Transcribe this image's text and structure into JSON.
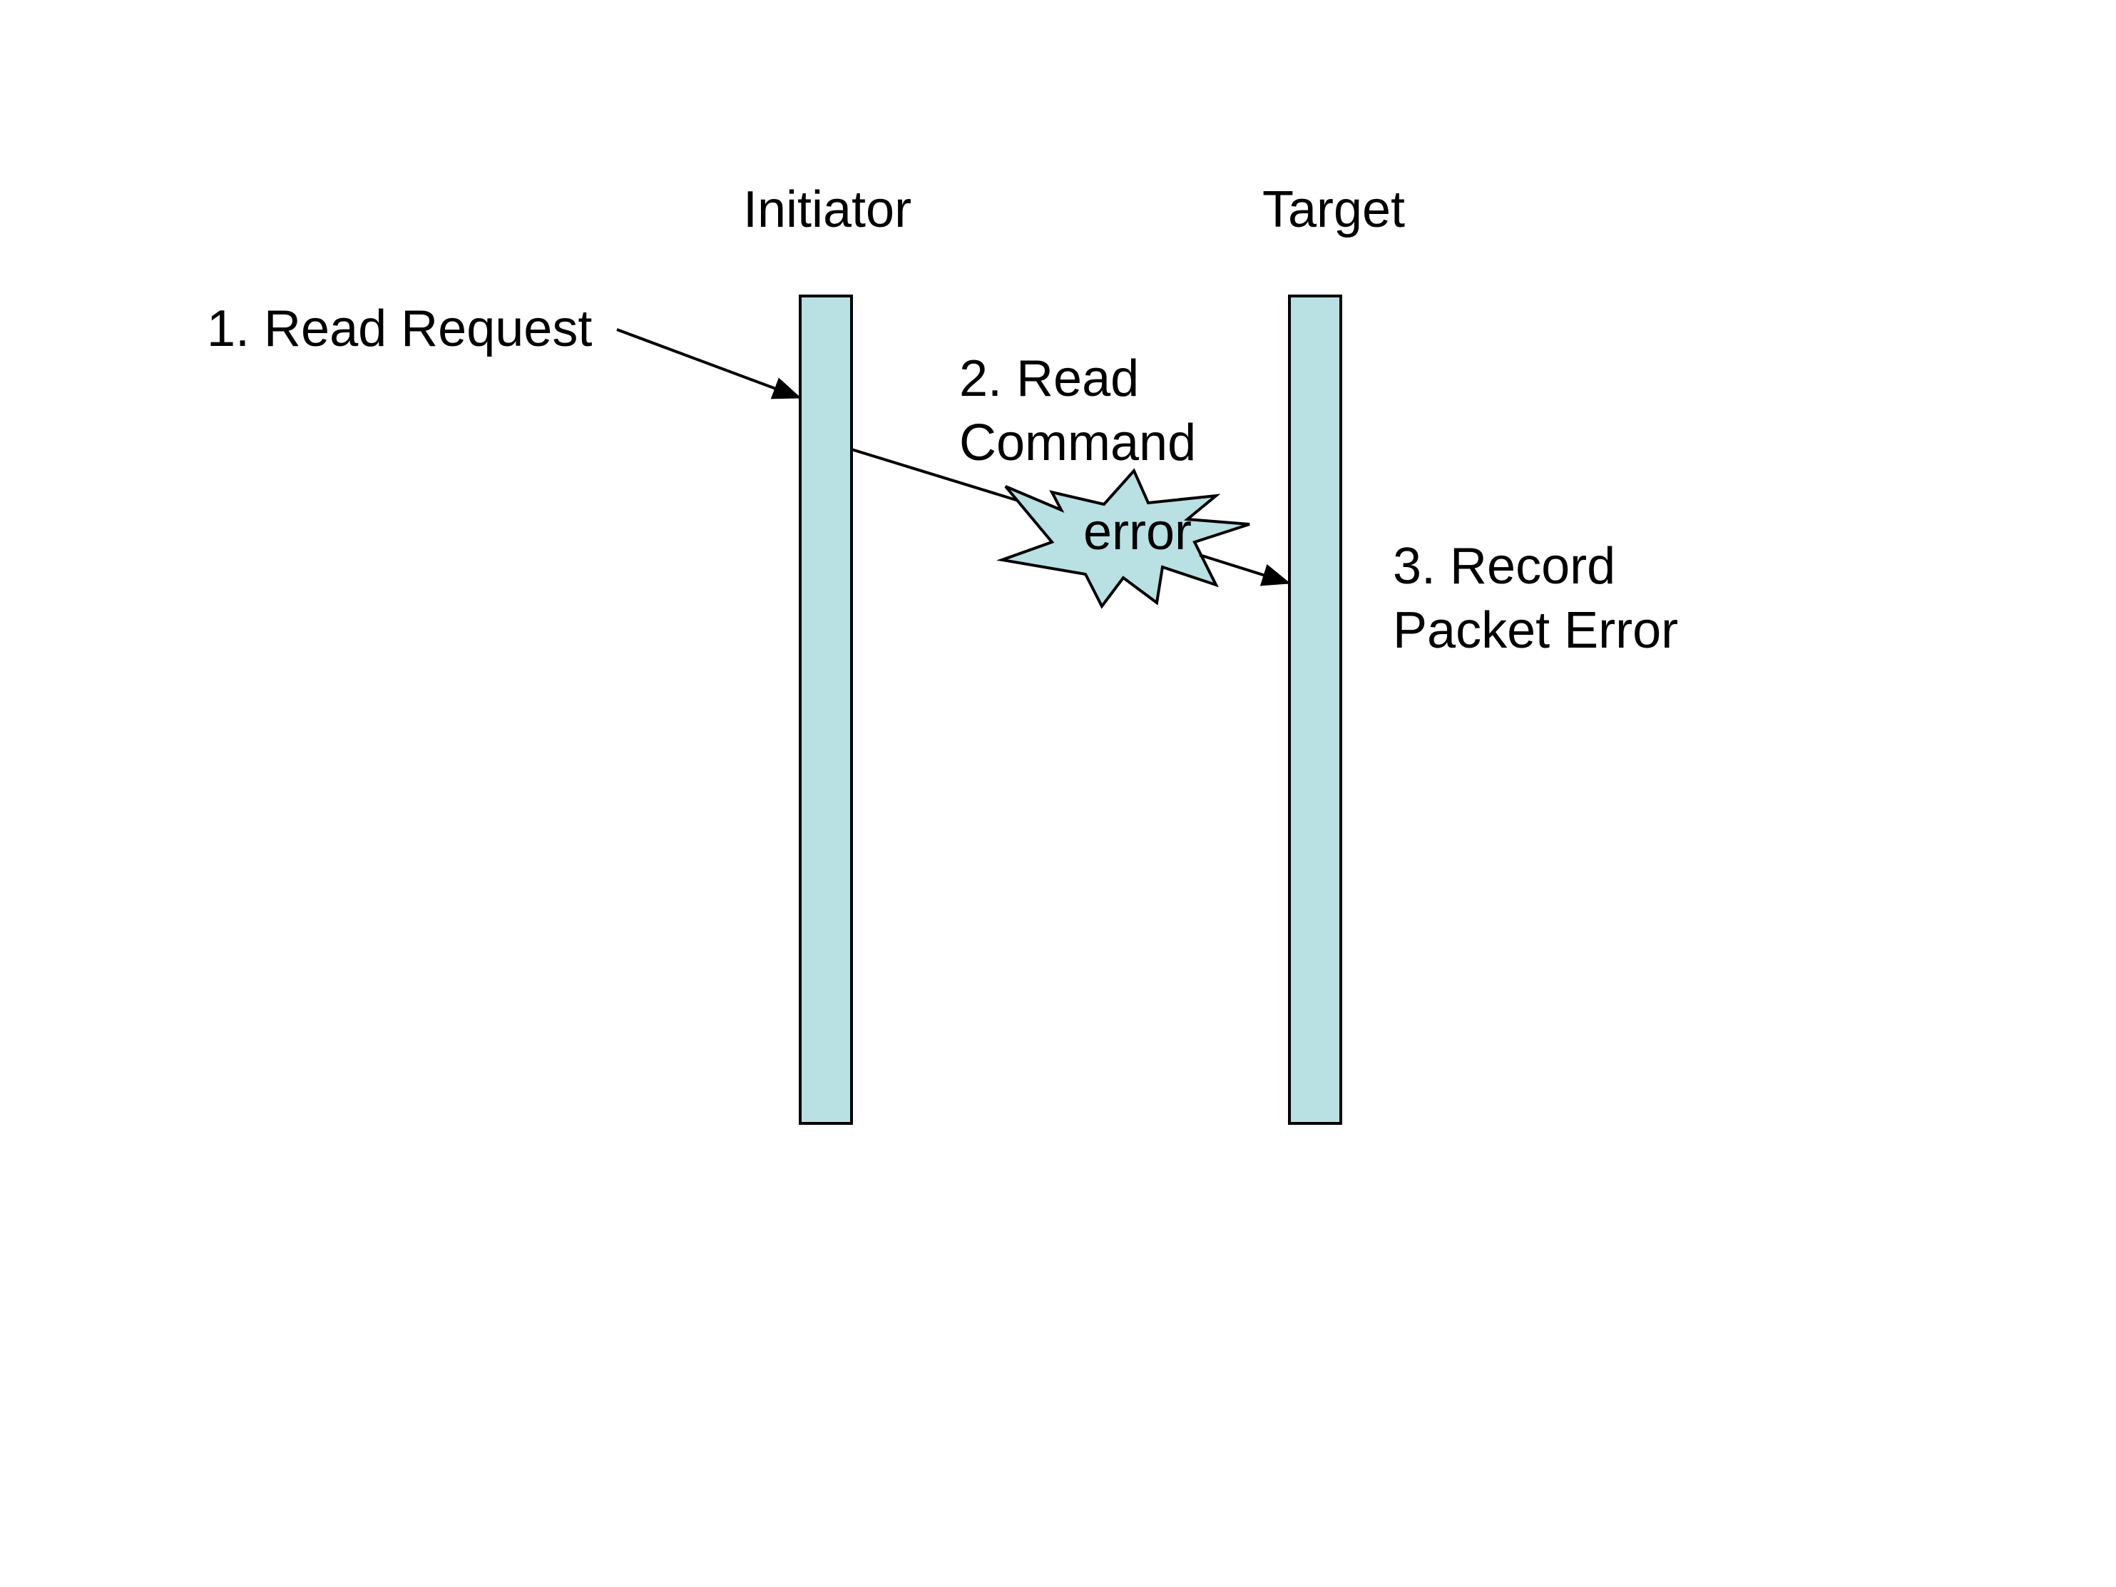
{
  "diagram": {
    "participants": {
      "initiator": "Initiator",
      "target": "Target"
    },
    "steps": {
      "step1": "1. Read Request",
      "step2_line1": "2. Read",
      "step2_line2": "Command",
      "step3_line1": "3. Record",
      "step3_line2": "Packet Error"
    },
    "error_label": "error"
  },
  "colors": {
    "lifeline_fill": "#b9e0e3",
    "burst_fill": "#b9e0e3",
    "stroke": "#000000",
    "background": "#ffffff"
  }
}
